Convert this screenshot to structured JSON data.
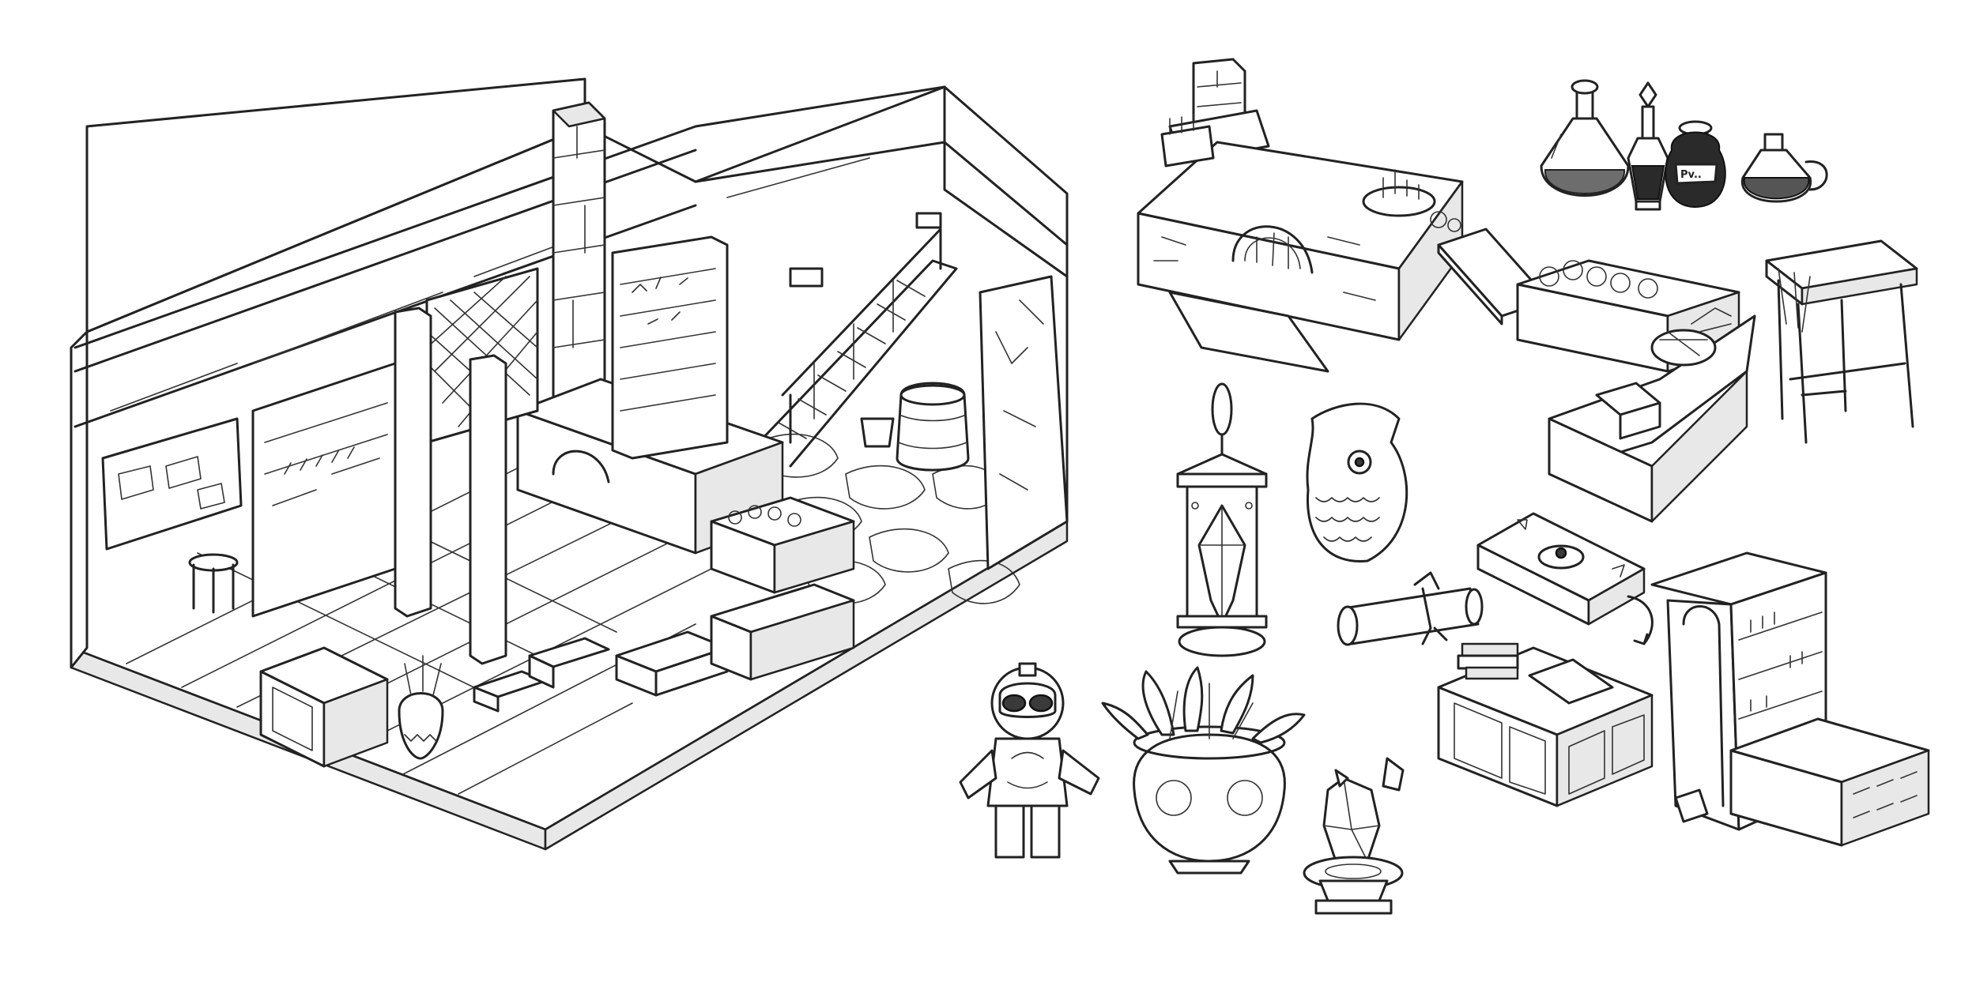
{
  "artwork": {
    "kind": "isometric line-art asset sheet",
    "palette": {
      "ink": "#222222",
      "paper": "#ffffff",
      "shade": "#e8e8e8",
      "liquid_dark": "#2a2a2a",
      "liquid_mid": "#6d6d6d"
    }
  },
  "labels": {
    "bottle_label": "Pv.."
  },
  "items": [
    "room-interior",
    "hearth-counter",
    "potion-flask-round",
    "potion-bottle-tall",
    "potion-jar-labeled",
    "potion-jug",
    "bar-stool",
    "hanging-lantern",
    "fish-vase",
    "scroll",
    "spell-book",
    "counter-cabinet",
    "bookshelf-cabinet",
    "produce-counter",
    "golem-figure",
    "potted-plant",
    "crystal-pedestal"
  ]
}
